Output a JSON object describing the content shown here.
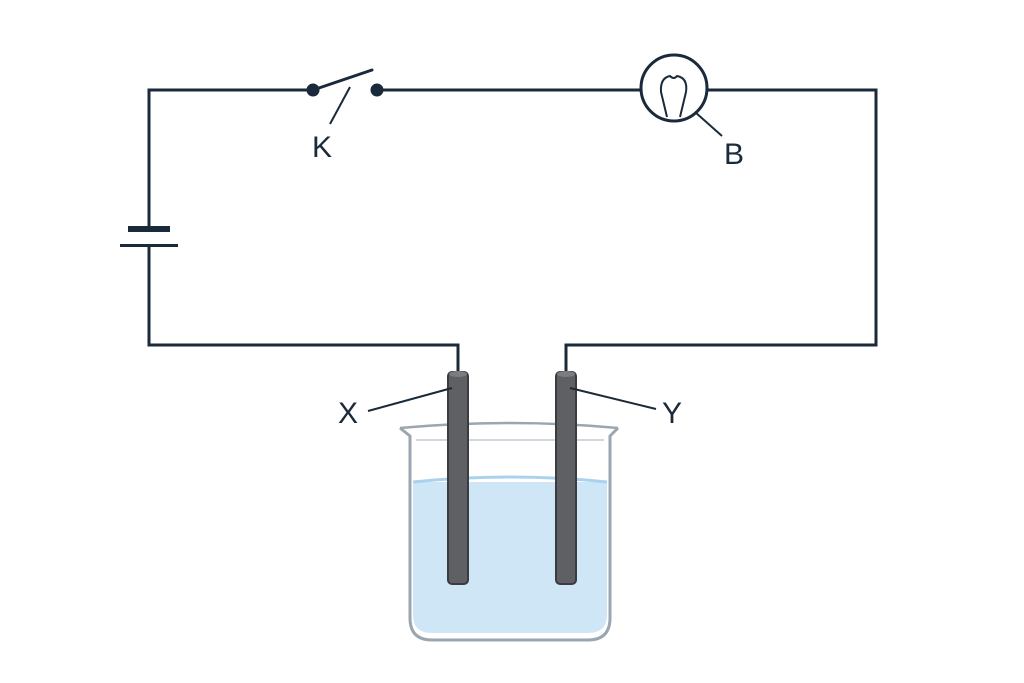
{
  "colors": {
    "wire": "#1a2a3a",
    "electrode": "#5e6064",
    "electrode_edge": "#3a3c40",
    "solution": "#cfe6f7",
    "solution_surface": "#a9d2ee",
    "beaker_glass": "#9aa6b0"
  },
  "labels": {
    "switch": "K",
    "bulb": "B",
    "electrode_left": "X",
    "electrode_right": "Y"
  },
  "icons": {
    "switch": "open-switch-icon",
    "bulb": "light-bulb-icon",
    "battery": "battery-cell-icon"
  }
}
